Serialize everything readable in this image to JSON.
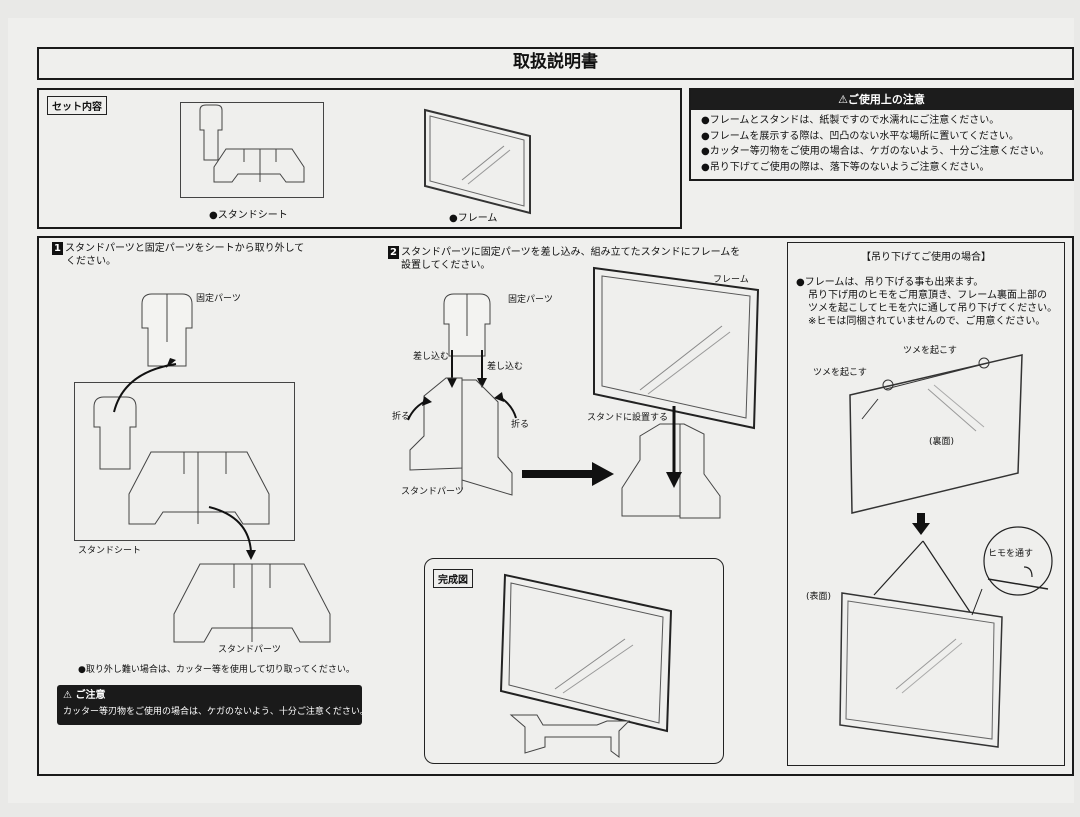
{
  "header": {
    "title": "取扱説明書"
  },
  "set_contents": {
    "tag": "セット内容",
    "stand_sheet_label": "●スタンドシート",
    "frame_label": "●フレーム"
  },
  "caution": {
    "title": "⚠ご使用上の注意",
    "items": [
      "●フレームとスタンドは、紙製ですので水濡れにご注意ください。",
      "●フレームを展示する際は、凹凸のない水平な場所に置いてください。",
      "●カッター等刃物をご使用の場合は、ケガのないよう、十分ご注意ください。",
      "●吊り下げてご使用の際は、落下等のないようご注意ください。"
    ]
  },
  "step1": {
    "number": "1",
    "text_line1": "スタンドパーツと固定パーツをシートから取り外して",
    "text_line2": "ください。",
    "fixed_part_label": "固定パーツ",
    "stand_sheet_label": "スタンドシート",
    "stand_parts_label": "スタンドパーツ",
    "note": "●取り外し難い場合は、カッター等を使用して切り取ってください。",
    "warning_title": "⚠ ご注意",
    "warning_text": "カッター等刃物をご使用の場合は、ケガのないよう、十分ご注意ください。"
  },
  "step2": {
    "number": "2",
    "text_line1": "スタンドパーツに固定パーツを差し込み、組み立てたスタンドにフレームを",
    "text_line2": "設置してください。",
    "fixed_part_label": "固定パーツ",
    "insert_left": "差し込む",
    "insert_right": "差し込む",
    "fold_left": "折る",
    "fold_right": "折る",
    "stand_parts_label": "スタンドパーツ",
    "frame_label": "フレーム",
    "set_on_stand": "スタンドに設置する",
    "complete_tag": "完成図"
  },
  "hanging": {
    "title": "【吊り下げてご使用の場合】",
    "line1": "●フレームは、吊り下げる事も出来ます。",
    "line2": "吊り下げ用のヒモをご用意頂き、フレーム裏面上部の",
    "line3": "ツメを起こしてヒモを穴に通して吊り下げてください。",
    "line4": "※ヒモは同梱されていませんので、ご用意ください。",
    "claw_label_1": "ツメを起こす",
    "claw_label_2": "ツメを起こす",
    "back_label": "(裏面)",
    "thread_label": "ヒモを通す",
    "front_label": "(表面)"
  }
}
